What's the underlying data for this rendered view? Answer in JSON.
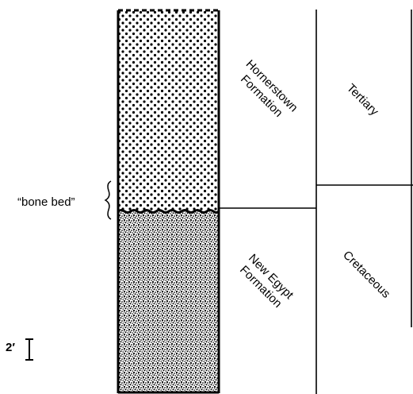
{
  "labels": {
    "bone_bed": "“bone bed”",
    "scale": "2′",
    "formations": {
      "upper_line1": "Hornerstown",
      "upper_line2": "Formation",
      "lower_line1": "New Egypt",
      "lower_line2": "Formation"
    },
    "periods": {
      "upper": "Tertiary",
      "lower": "Cretaceous"
    }
  },
  "colors": {
    "ink": "#000000",
    "paper": "#ffffff"
  }
}
